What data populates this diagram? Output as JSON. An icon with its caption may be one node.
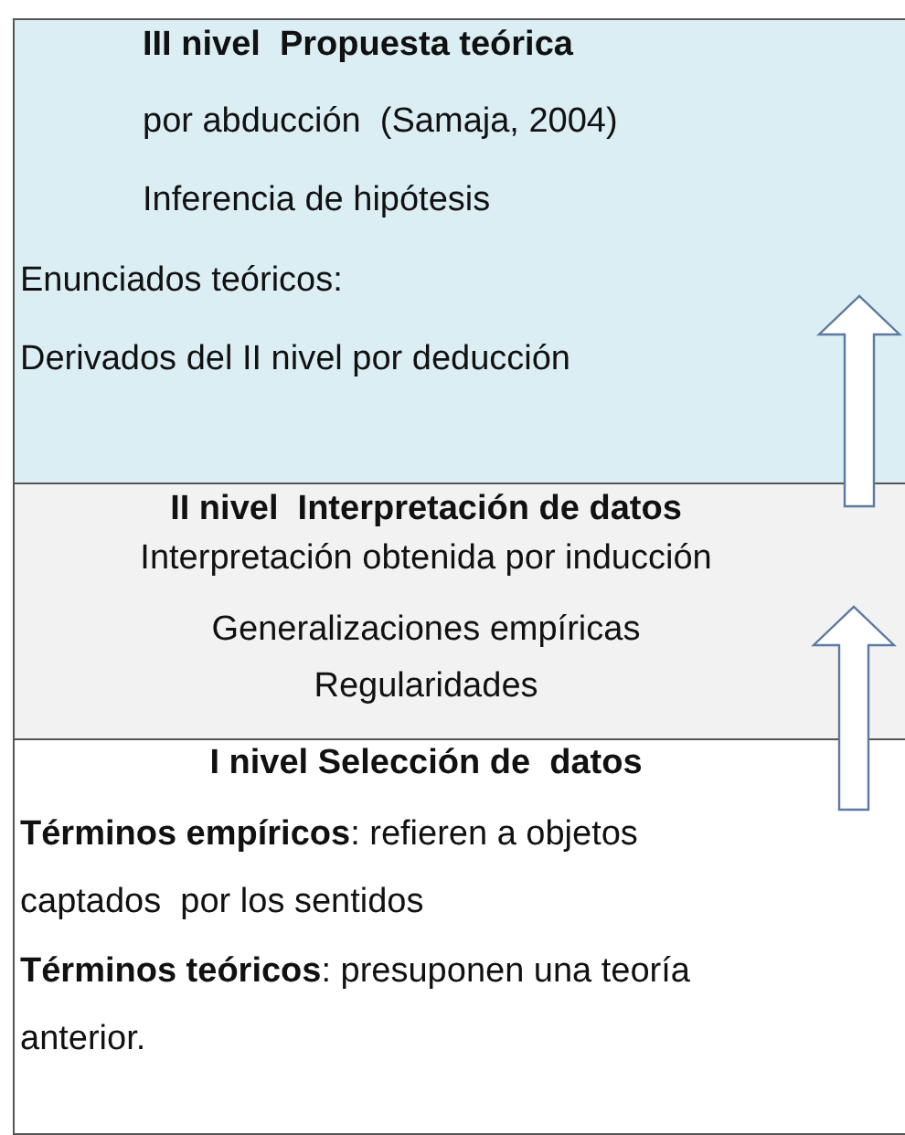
{
  "diagram": {
    "nodes": [
      {
        "text": [
          "III nivel  Propuesta teórica",
          "por abducción  (Samaja, 2004)",
          "Inferencia de hipótesis",
          "Enunciados teóricos:",
          "Derivados del II nivel por deducción"
        ]
      },
      {
        "text": [
          "II nivel  Interpretación de datos",
          "Interpretación obtenida por inducción",
          "Generalizaciones empíricas",
          "Regularidades"
        ]
      },
      {
        "text": [
          "I nivel Selección de  datos",
          "**Términos empíricos**: refieren a objetos captados  por los sentidos",
          "**Términos teóricos**: presuponen una teoría anterior."
        ]
      }
    ],
    "edges": [
      {
        "from": 1,
        "to": 0,
        "arrow": "to"
      },
      {
        "from": 2,
        "to": 1,
        "arrow": "to"
      }
    ]
  }
}
